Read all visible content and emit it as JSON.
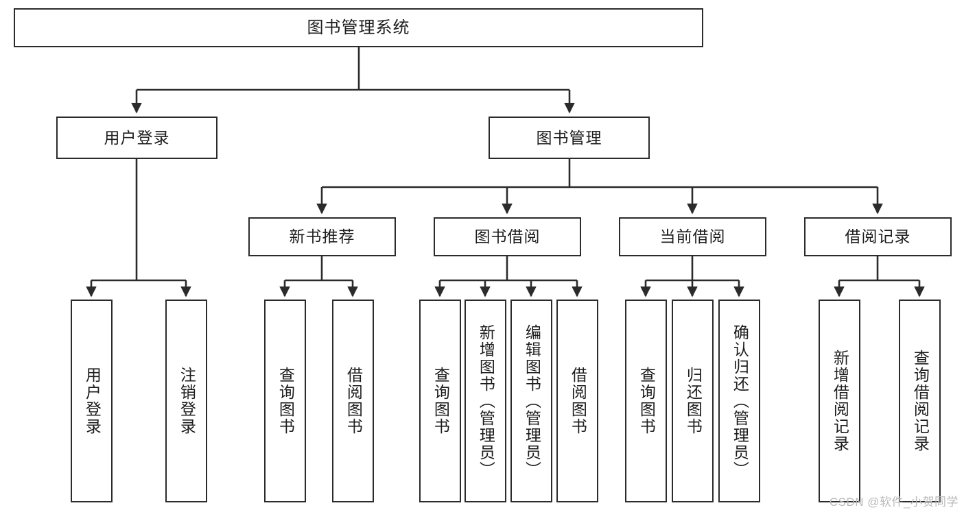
{
  "diagram": {
    "title": "图书管理系统",
    "type": "tree-hierarchy",
    "watermark": "CSDN @软件_小贺同学",
    "colors": {
      "box_border": "#2b2b2b",
      "box_fill": "#ffffff",
      "edge": "#2b2b2b",
      "text": "#1d1d1d",
      "watermark": "#b9b9b9",
      "background": "#ffffff"
    },
    "nodes": {
      "root": {
        "label": "图书管理系统"
      },
      "level2": [
        {
          "id": "user-login",
          "label": "用户登录"
        },
        {
          "id": "book-manage",
          "label": "图书管理"
        }
      ],
      "level3": [
        {
          "id": "new-book-recommend",
          "label": "新书推荐"
        },
        {
          "id": "book-borrow",
          "label": "图书借阅"
        },
        {
          "id": "current-borrow",
          "label": "当前借阅"
        },
        {
          "id": "borrow-record",
          "label": "借阅记录"
        }
      ],
      "leaves": {
        "user-login": [
          {
            "id": "leaf-user-login",
            "label": "用户登录"
          },
          {
            "id": "leaf-logout",
            "label": "注销登录"
          }
        ],
        "new-book-recommend": [
          {
            "id": "leaf-query-book-1",
            "label": "查询图书"
          },
          {
            "id": "leaf-borrow-book-1",
            "label": "借阅图书"
          }
        ],
        "book-borrow": [
          {
            "id": "leaf-query-book-2",
            "label": "查询图书"
          },
          {
            "id": "leaf-add-book",
            "label": "新增图书（管理员）"
          },
          {
            "id": "leaf-edit-book",
            "label": "编辑图书（管理员）"
          },
          {
            "id": "leaf-borrow-book-2",
            "label": "借阅图书"
          }
        ],
        "current-borrow": [
          {
            "id": "leaf-query-book-3",
            "label": "查询图书"
          },
          {
            "id": "leaf-return-book",
            "label": "归还图书"
          },
          {
            "id": "leaf-confirm-return",
            "label": "确认归还（管理员）"
          }
        ],
        "borrow-record": [
          {
            "id": "leaf-add-record",
            "label": "新增借阅记录"
          },
          {
            "id": "leaf-query-record",
            "label": "查询借阅记录"
          }
        ]
      }
    }
  }
}
